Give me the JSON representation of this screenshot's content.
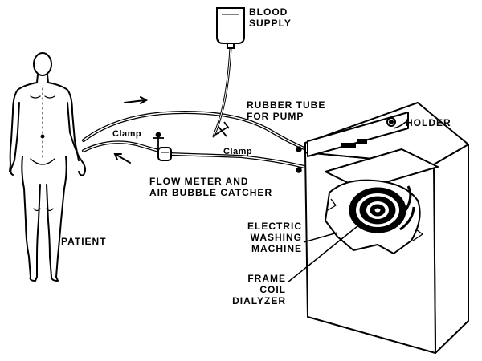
{
  "labels": {
    "blood_supply": [
      "BLOOD",
      "SUPPLY"
    ],
    "rubber_tube": [
      "RUBBER TUBE",
      "FOR PUMP"
    ],
    "holder": "HOLDER",
    "clamp_left": "Clamp",
    "clamp_right": "Clamp",
    "flow_meter": [
      "FLOW METER AND",
      "AIR BUBBLE CATCHER"
    ],
    "washing_machine": [
      "ELECTRIC",
      "WASHING",
      "MACHINE"
    ],
    "dialyzer": [
      "FRAME",
      "COIL",
      "DIALYZER"
    ],
    "patient": "PATIENT"
  },
  "colors": {
    "ink": "#000000",
    "paper": "#ffffff"
  }
}
